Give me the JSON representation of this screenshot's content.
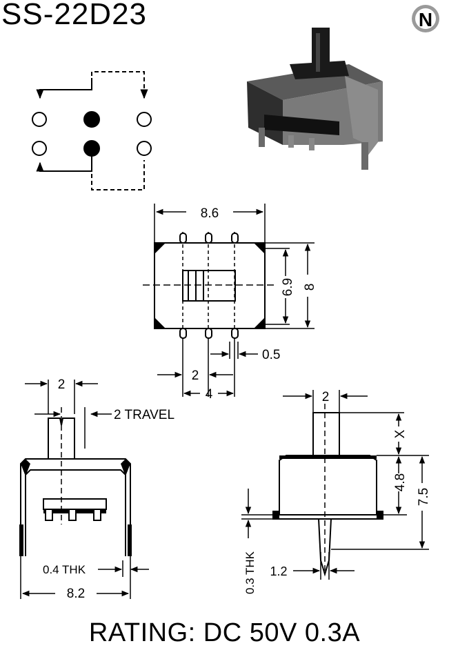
{
  "header": {
    "model": "SS-22D23",
    "logo_letter": "N"
  },
  "dimensions": {
    "top_width": "8.6",
    "top_height_inner": "6.9",
    "top_height_outer": "8",
    "pin_width": "0.5",
    "pin_pitch": "2",
    "pin_span": "4",
    "actuator_width": "2",
    "travel": "2 TRAVEL",
    "terminal_thickness": "0.4 THK",
    "body_width": "8.2",
    "side_actuator_width": "2",
    "actuator_height": "X",
    "body_height": "4.8",
    "total_height": "7.5",
    "pin_thickness": "0.3 THK",
    "pin_width_side": "1.2"
  },
  "footer": {
    "rating": "RATING: DC 50V 0.3A"
  },
  "colors": {
    "ink": "#000000",
    "body_dark": "#2b2b2b",
    "body_mid": "#6b6b6b",
    "paper": "#ffffff"
  }
}
